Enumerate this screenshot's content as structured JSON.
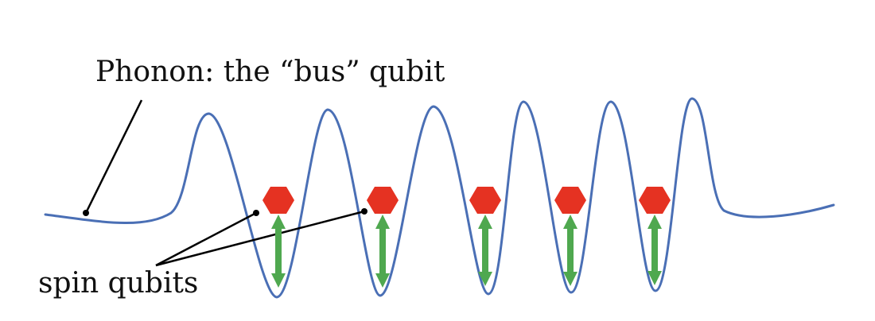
{
  "labels": {
    "phonon": "Phonon: the “bus” qubit",
    "spin": "spin qubits"
  },
  "colors": {
    "wave": "#4a6fb5",
    "ion": "#e53222",
    "arrow": "#4fa84f",
    "pointer": "#000000",
    "text": "#111111"
  },
  "ions": {
    "count": 5
  }
}
